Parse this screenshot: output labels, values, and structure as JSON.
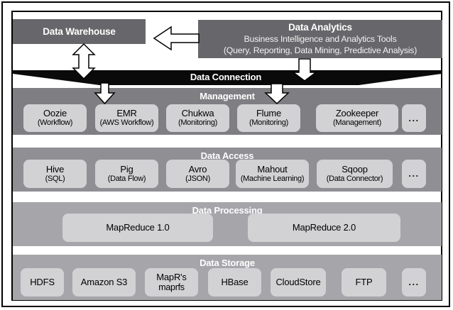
{
  "top": {
    "warehouse_title": "Data Warehouse",
    "analytics_title": "Data Analytics",
    "analytics_sub1": "Business Intelligence and Analytics Tools",
    "analytics_sub2": "(Query, Reporting, Data Mining, Predictive Analysis)",
    "connection_title": "Data Connection"
  },
  "layers": {
    "management": {
      "title": "Management",
      "boxes": [
        {
          "t": "Oozie",
          "s": "(Workflow)"
        },
        {
          "t": "EMR",
          "s": "(AWS Workflow)"
        },
        {
          "t": "Chukwa",
          "s": "(Monitoring)"
        },
        {
          "t": "Flume",
          "s": "(Monitoring)"
        },
        {
          "t": "Zookeeper",
          "s": "(Management)"
        },
        {
          "t": "..."
        }
      ]
    },
    "access": {
      "title": "Data Access",
      "boxes": [
        {
          "t": "Hive",
          "s": "(SQL)"
        },
        {
          "t": "Pig",
          "s": "(Data Flow)"
        },
        {
          "t": "Avro",
          "s": "(JSON)"
        },
        {
          "t": "Mahout",
          "s": "(Machine Learning)"
        },
        {
          "t": "Sqoop",
          "s": "(Data Connector)"
        },
        {
          "t": "..."
        }
      ]
    },
    "processing": {
      "title": "Data Processing",
      "boxes": [
        {
          "t": "MapReduce 1.0"
        },
        {
          "t": "MapReduce 2.0"
        }
      ]
    },
    "storage": {
      "title": "Data Storage",
      "boxes": [
        {
          "t": "HDFS"
        },
        {
          "t": "Amazon S3"
        },
        {
          "t": "MapR's",
          "s": "maprfs"
        },
        {
          "t": "HBase"
        },
        {
          "t": "CloudStore"
        },
        {
          "t": "FTP"
        },
        {
          "t": "..."
        }
      ]
    }
  },
  "colors": {
    "dark_box": "#67676b",
    "connection_band": "#0a0a0a",
    "management_band": "#7e7e83",
    "access_band": "#8f8f94",
    "processing_band": "#a5a5aa",
    "storage_band": "#a5a5aa",
    "light_box": "#d2d2d4",
    "background": "#ffffff"
  }
}
